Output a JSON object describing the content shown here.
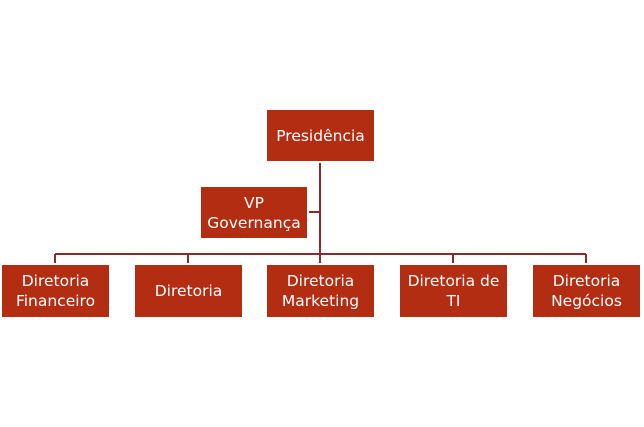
{
  "diagram": {
    "colors": {
      "box_fill": "#b22d12",
      "connector": "#8b2a2a",
      "text": "#ffffff"
    },
    "root": {
      "label": "Presidência"
    },
    "assistant": {
      "label": "VP Governança"
    },
    "children": [
      {
        "label": "Diretoria Financeiro"
      },
      {
        "label": "Diretoria"
      },
      {
        "label": "Diretoria Marketing"
      },
      {
        "label": "Diretoria de TI"
      },
      {
        "label": "Diretoria Negócios"
      }
    ]
  }
}
